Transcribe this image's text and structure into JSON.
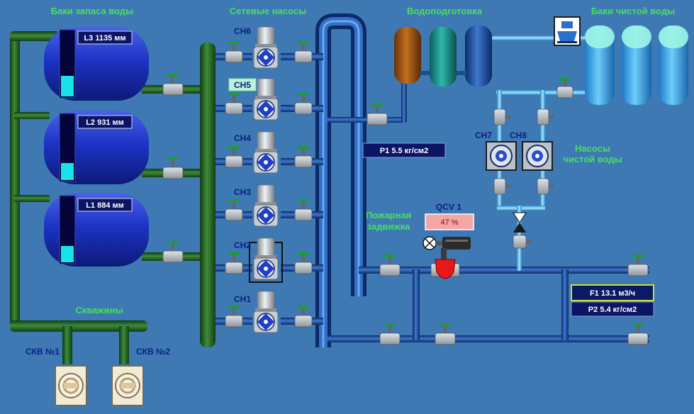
{
  "sections": {
    "tanks_title": "Баки запаса воды",
    "pumps_title": "Сетевые насосы",
    "treatment_title": "Водоподготовка",
    "clean_tanks_title": "Баки чистой воды",
    "wells_title": "Скважины",
    "clean_pumps_title_line1": "Насосы",
    "clean_pumps_title_line2": "чистой воды",
    "fire_valve_line1": "Пожарная",
    "fire_valve_line2": "задвижка"
  },
  "tanks": [
    {
      "tag": "L3",
      "value": "1135 мм",
      "level": 0.32
    },
    {
      "tag": "L2",
      "value": "931 мм",
      "level": 0.26
    },
    {
      "tag": "L1",
      "value": "884 мм",
      "level": 0.25
    }
  ],
  "pumps": [
    "CH6",
    "CH5",
    "CH4",
    "CH3",
    "CH2",
    "CH1"
  ],
  "clean_pumps": [
    "CH7",
    "CH8"
  ],
  "wells": [
    "СКВ №1",
    "СКВ №2"
  ],
  "valve": {
    "tag": "QCV 1",
    "value": "47 %"
  },
  "readings": {
    "p1_tag": "P1",
    "p1_value": "5.5 кг/см2",
    "f1_tag": "F1",
    "f1_value": "13.1 м3/ч",
    "p2_tag": "P2",
    "p2_value": "5.4 кг/см2"
  },
  "colors": {
    "background": "#3e79b4",
    "section_title": "#46e05a",
    "header_pipe": "#1e5a1e",
    "tank_body": "#1c2fb4",
    "level_fill": "#17e3e8",
    "main_pipe": "#164a92",
    "clean_pipe": "#5dbdf0",
    "alarm_valve": "#e81818"
  }
}
